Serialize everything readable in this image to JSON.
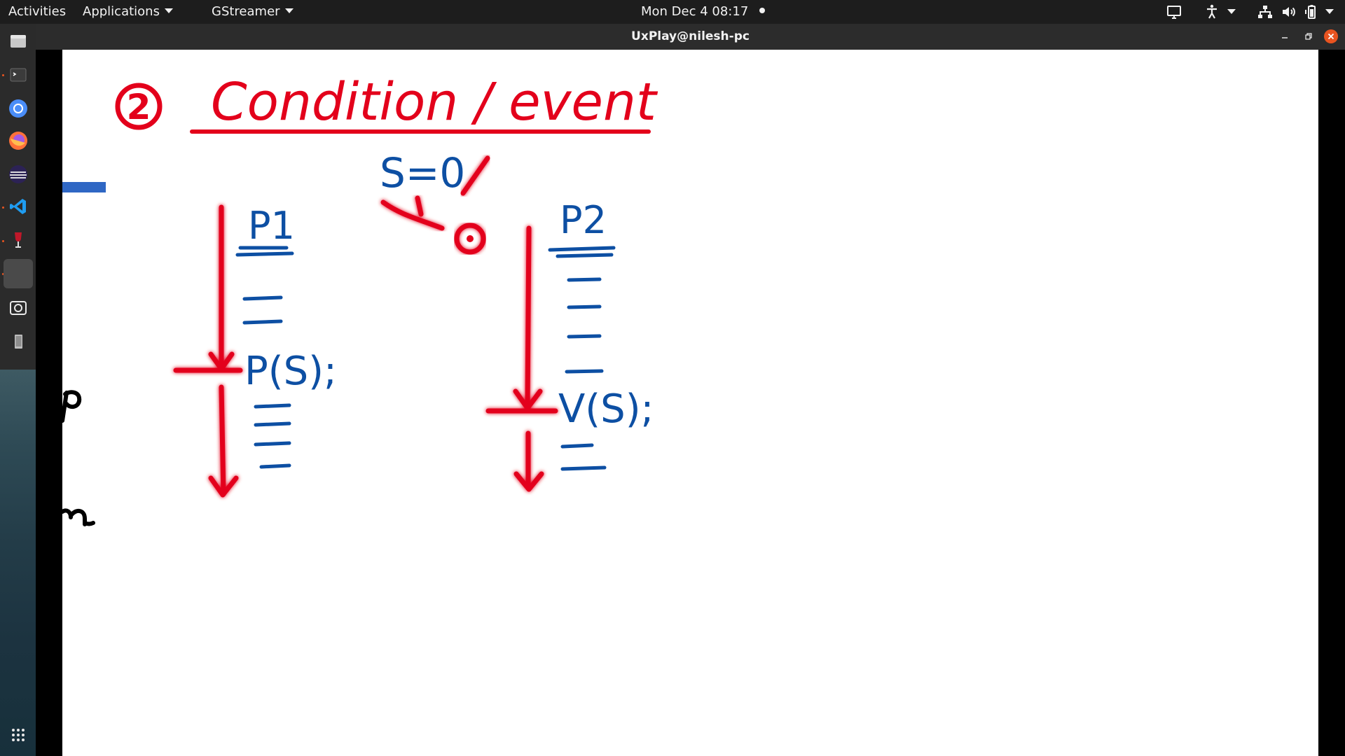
{
  "topbar": {
    "activities": "Activities",
    "applications": "Applications",
    "app_menu": "GStreamer",
    "clock": "Mon Dec 4  08:17"
  },
  "window": {
    "title": "UxPlay@nilesh-pc"
  },
  "dock": {
    "items": [
      "files-icon",
      "terminal-icon",
      "chromium-icon",
      "firefox-icon",
      "eclipse-icon",
      "vscode-icon",
      "wine-icon",
      "blank-app-icon",
      "screenshot-icon",
      "device-icon"
    ],
    "accent": "#e95420"
  },
  "whiteboard": {
    "heading_number": "2",
    "heading": "Condition / event",
    "semaphore_init": "S=0",
    "process1_label": "P1",
    "process1_call": "P(S);",
    "process2_label": "P2",
    "process2_call": "V(S);",
    "ink_red": "#e3001b",
    "ink_blue": "#0d4fa3"
  }
}
